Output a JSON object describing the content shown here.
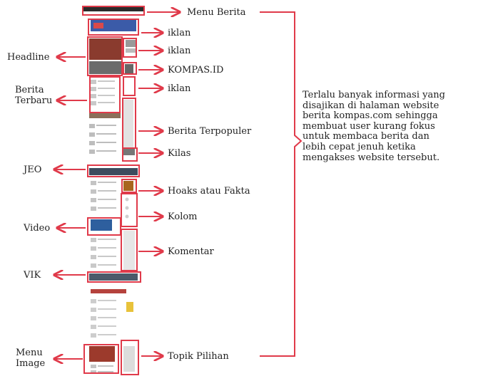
{
  "right_labels": [
    {
      "key": "menu-berita",
      "text": "Menu Berita"
    },
    {
      "key": "iklan-1",
      "text": "iklan"
    },
    {
      "key": "iklan-2",
      "text": "iklan"
    },
    {
      "key": "kompas-id",
      "text": "KOMPAS.ID"
    },
    {
      "key": "iklan-3",
      "text": "iklan"
    },
    {
      "key": "berita-terpopuler",
      "text": "Berita Terpopuler"
    },
    {
      "key": "kilas",
      "text": "Kilas"
    },
    {
      "key": "hoaks-atau-fakta",
      "text": "Hoaks atau Fakta"
    },
    {
      "key": "kolom",
      "text": "Kolom"
    },
    {
      "key": "komentar",
      "text": "Komentar"
    },
    {
      "key": "topik-pilihan",
      "text": "Topik Pilihan"
    }
  ],
  "left_labels": [
    {
      "key": "headline",
      "lines": [
        "Headline"
      ]
    },
    {
      "key": "berita-terbaru",
      "lines": [
        "Berita",
        "Terbaru"
      ]
    },
    {
      "key": "jeo",
      "lines": [
        "JEO"
      ]
    },
    {
      "key": "video",
      "lines": [
        "Video"
      ]
    },
    {
      "key": "vik",
      "lines": [
        "VIK"
      ]
    },
    {
      "key": "menu-image",
      "lines": [
        "Menu",
        "Image"
      ]
    }
  ],
  "note": {
    "lines": [
      "Terlalu banyak informasi yang",
      "disajikan di halaman website",
      "berita kompas.com sehingga",
      "membuat user kurang fokus",
      "untuk membaca berita dan",
      "lebih cepat jenuh ketika",
      "mengakses website tersebut."
    ]
  },
  "colors": {
    "accent": "#e03a4a",
    "text": "#222222"
  }
}
